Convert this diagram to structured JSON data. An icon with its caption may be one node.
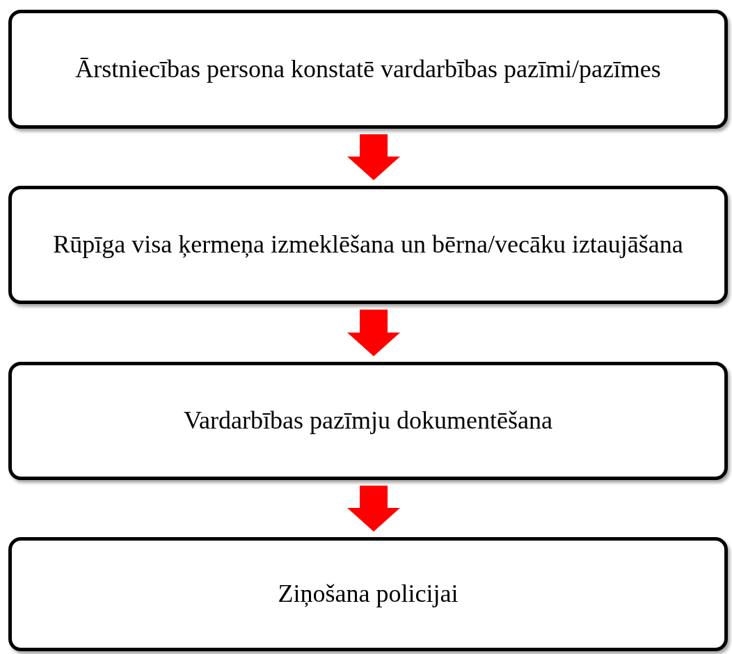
{
  "diagram": {
    "nodes": [
      {
        "text": [
          "Ārstniecības persona konstatē vardarbības pazīmi/pazīmes"
        ]
      },
      {
        "text": [
          "Rūpīga visa ķermeņa izmeklēšana un bērna/vecāku iztaujāšana"
        ]
      },
      {
        "text": [
          "Vardarbības pazīmju dokumentēšana"
        ]
      },
      {
        "text": [
          "Ziņošana policijai"
        ]
      }
    ],
    "edges": [
      {
        "from": 0,
        "to": 1,
        "arrow": "to",
        "color": "#ff0000",
        "style": "thick"
      },
      {
        "from": 1,
        "to": 2,
        "arrow": "to",
        "color": "#ff0000",
        "style": "thick"
      },
      {
        "from": 2,
        "to": 3,
        "arrow": "to",
        "color": "#ff0000",
        "style": "thick"
      }
    ]
  }
}
